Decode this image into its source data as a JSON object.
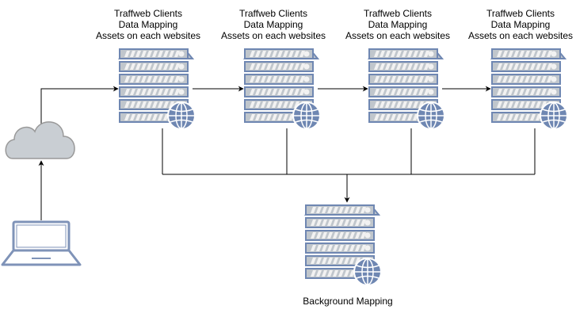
{
  "colors": {
    "server_fill": "#c0c6cc",
    "server_slot": "#f2f2f2",
    "server_stroke": "#6f87b2",
    "globe_fill": "#6f87b2",
    "globe_stroke": "#ffffff",
    "cloud_fill": "#c9ced3",
    "cloud_stroke": "#999999",
    "laptop_fill": "#ffffff",
    "laptop_stroke": "#7f93b8",
    "connector": "#000000"
  },
  "nodes": {
    "client": {
      "icon": "laptop-icon"
    },
    "internet": {
      "icon": "cloud-icon"
    },
    "servers": [
      {
        "icon": "server-globe-icon",
        "lines": [
          "Traffweb Clients",
          "Data Mapping",
          "Assets on each websites"
        ]
      },
      {
        "icon": "server-globe-icon",
        "lines": [
          "Traffweb Clients",
          "Data Mapping",
          "Assets on each websites"
        ]
      },
      {
        "icon": "server-globe-icon",
        "lines": [
          "Traffweb Clients",
          "Data Mapping",
          "Assets on each websites"
        ]
      },
      {
        "icon": "server-globe-icon",
        "lines": [
          "Traffweb Clients",
          "Data Mapping",
          "Assets on each websites"
        ]
      }
    ],
    "background": {
      "icon": "server-globe-icon",
      "label": "Background Mapping"
    }
  },
  "edges": [
    {
      "from": "client",
      "to": "internet",
      "arrow": true
    },
    {
      "from": "internet",
      "to": "server_1",
      "arrow": true
    },
    {
      "from": "server_1",
      "to": "server_2",
      "arrow": true
    },
    {
      "from": "server_2",
      "to": "server_3",
      "arrow": true
    },
    {
      "from": "server_3",
      "to": "server_4",
      "arrow": true
    },
    {
      "from": "server_1",
      "to": "background",
      "arrow": false
    },
    {
      "from": "server_2",
      "to": "background",
      "arrow": false
    },
    {
      "from": "server_3",
      "to": "background",
      "arrow": false
    },
    {
      "from": "server_4",
      "to": "background",
      "arrow": false
    },
    {
      "from": "bus",
      "to": "background",
      "arrow": true
    }
  ]
}
